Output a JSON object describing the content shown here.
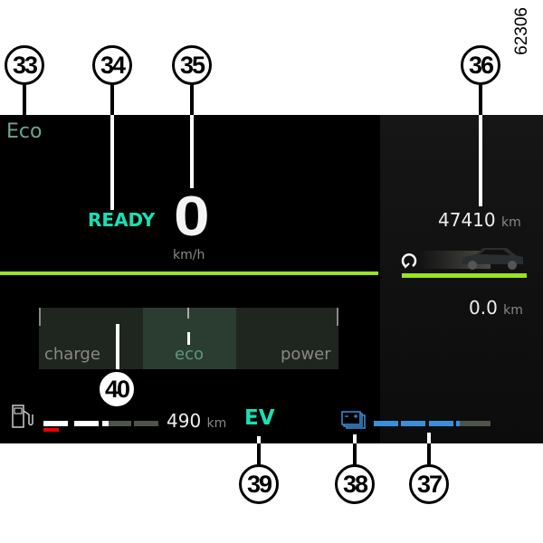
{
  "figure_id": "62306",
  "callouts": [
    "33",
    "34",
    "35",
    "36",
    "37",
    "38",
    "39",
    "40"
  ],
  "drive_mode": "Eco",
  "status": "READY",
  "speed": {
    "value": "0",
    "unit": "km/h"
  },
  "odometer": {
    "value": "47410",
    "unit": "km"
  },
  "trip": {
    "value": "0.0",
    "unit": "km"
  },
  "power_gauge": {
    "labels": [
      "charge",
      "eco",
      "power"
    ]
  },
  "fuel": {
    "range": "490",
    "unit": "km",
    "level_fraction": 0.55
  },
  "ev_label": "EV",
  "battery": {
    "level_fraction": 0.8
  },
  "colors": {
    "accent_green": "#9be31c",
    "teal": "#19e0b4",
    "blue": "#3a8fdc",
    "eco_text": "#6aa58c"
  }
}
